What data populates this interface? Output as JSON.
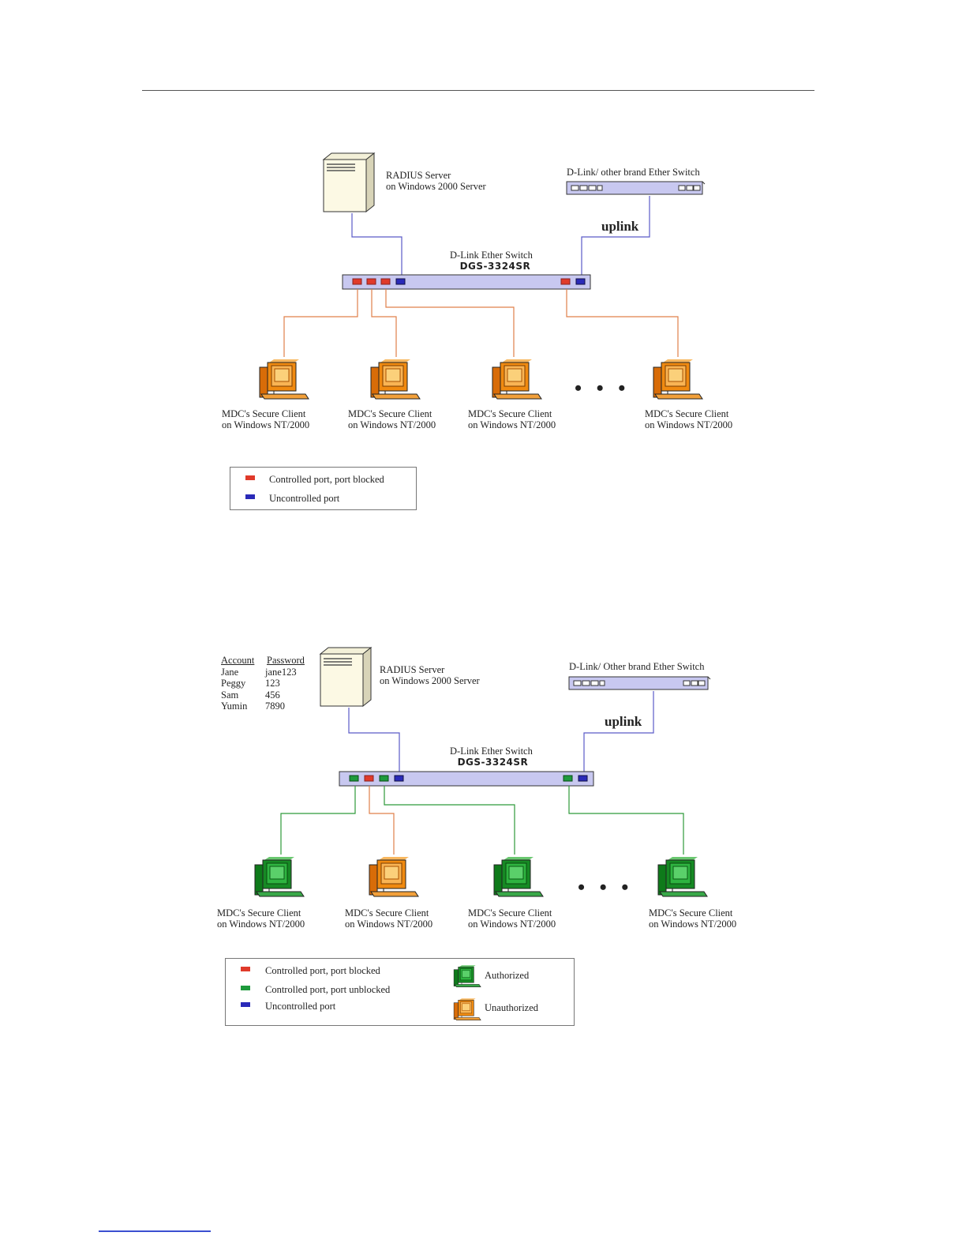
{
  "diagram1": {
    "radius_server": {
      "line1": "RADIUS Server",
      "line2": "on Windows 2000 Server"
    },
    "other_switch": "D-Link/ other brand Ether Switch",
    "uplink": "uplink",
    "dlink_switch": {
      "line1": "D-Link Ether Switch",
      "model": "DGS-3324SR"
    },
    "client_line1": "MDC's Secure Client",
    "client_line2": "on Windows NT/2000",
    "dots": "• • •",
    "legend": {
      "red": "Controlled port, port blocked",
      "blue": "Uncontrolled port"
    }
  },
  "diagram2": {
    "accounts": {
      "header_account": "Account",
      "header_password": "Password",
      "rows": [
        {
          "account": "Jane",
          "password": "jane123"
        },
        {
          "account": "Peggy",
          "password": "123"
        },
        {
          "account": "Sam",
          "password": "456"
        },
        {
          "account": "Yumin",
          "password": "7890"
        }
      ]
    },
    "radius_server": {
      "line1": "RADIUS Server",
      "line2": "on Windows 2000 Server"
    },
    "other_switch": "D-Link/ Other brand Ether Switch",
    "uplink": "uplink",
    "dlink_switch": {
      "line1": "D-Link Ether Switch",
      "model": "DGS-3324SR"
    },
    "client_line1": "MDC's Secure Client",
    "client_line2": "on Windows NT/2000",
    "dots": "• • •",
    "legend": {
      "red": "Controlled port, port blocked",
      "green": "Controlled port, port unblocked",
      "blue": "Uncontrolled port",
      "authorized": "Authorized",
      "unauthorized": "Unauthorized"
    }
  },
  "colors": {
    "port_red": "#e03a2a",
    "port_green": "#1e9a3c",
    "port_blue": "#2a2ab8",
    "switch_fill": "#c8c8f0",
    "link_orange": "#e0804a",
    "link_green": "#2e9a3a",
    "link_blue": "#5a5ac8",
    "pc_orange": "#f39a1e",
    "pc_green": "#1e9a2a"
  }
}
